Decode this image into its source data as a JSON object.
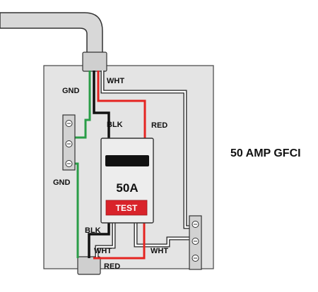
{
  "title": "50 AMP GFCI",
  "breaker": {
    "rating": "50A",
    "test_label": "TEST"
  },
  "labels": {
    "gnd_top": "GND",
    "gnd_bottom": "GND",
    "wht_top": "WHT",
    "blk_top": "BLK",
    "red_top": "RED",
    "blk_bottom": "BLK",
    "wht_bottom_left": "WHT",
    "wht_bottom_right": "WHT",
    "red_bottom": "RED"
  },
  "colors": {
    "panel": "#e4e4e4",
    "conduit": "#d8d8d8",
    "black_wire": "#111111",
    "white_wire": "#ffffff",
    "red_wire": "#e52421",
    "green_wire": "#2a9d47",
    "test_button": "#d9232a"
  }
}
